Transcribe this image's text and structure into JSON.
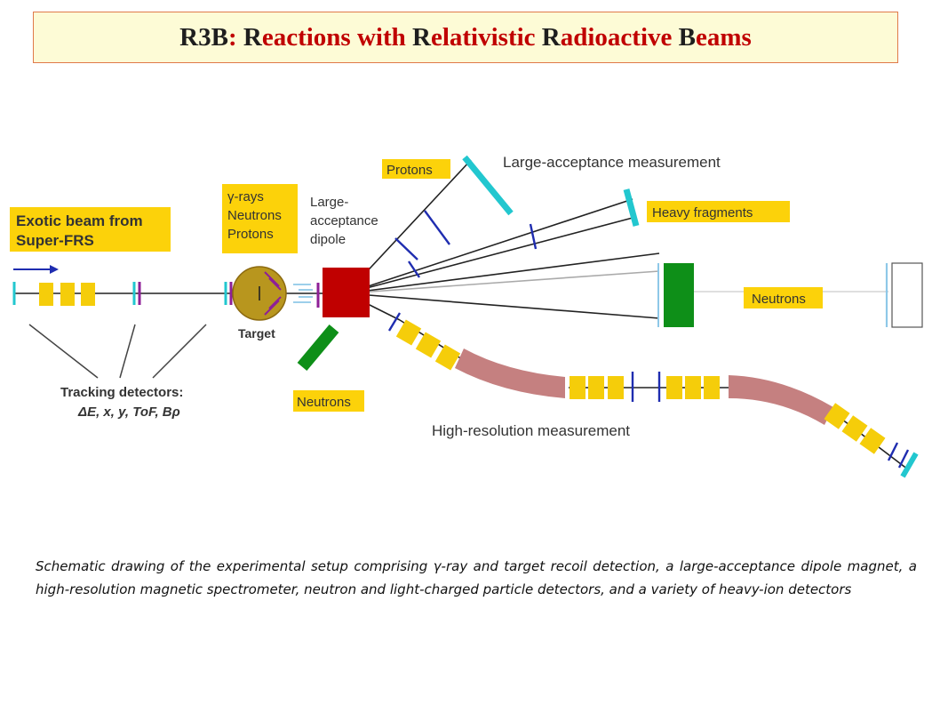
{
  "title": {
    "parts": [
      {
        "text": "R3B",
        "color": "#1e1e1e"
      },
      {
        "text": ": ",
        "color": "#c00000"
      },
      {
        "text": "R",
        "color": "#1e1e1e"
      },
      {
        "text": "eactions with ",
        "color": "#c00000"
      },
      {
        "text": "R",
        "color": "#1e1e1e"
      },
      {
        "text": "elativistic ",
        "color": "#c00000"
      },
      {
        "text": "R",
        "color": "#1e1e1e"
      },
      {
        "text": "adioactive ",
        "color": "#c00000"
      },
      {
        "text": "B",
        "color": "#1e1e1e"
      },
      {
        "text": "eams",
        "color": "#c00000"
      }
    ]
  },
  "diagram": {
    "beam_label_line1": "Exotic beam from",
    "beam_label_line2": "Super-FRS",
    "target_emission_line1": "γ-rays",
    "target_emission_line2": "Neutrons",
    "target_emission_line3": "Protons",
    "dipole_line1": "Large-",
    "dipole_line2": "acceptance",
    "dipole_line3": "dipole",
    "target_label": "Target",
    "protons_label": "Protons",
    "large_acceptance_label": "Large-acceptance measurement",
    "heavy_fragments_label": "Heavy fragments",
    "neutrons_right_label": "Neutrons",
    "neutrons_lower_label": "Neutrons",
    "tracking_line1": "Tracking detectors:",
    "tracking_line2": "ΔE, x, y, ToF, Bρ",
    "high_resolution_label": "High-resolution measurement"
  },
  "colors": {
    "label_bg": "#fcd20a",
    "magnet_yellow": "#f5cd0a",
    "detector_cyan": "#22c7cf",
    "detector_purple": "#8e1f97",
    "detector_navy": "#1f2db0",
    "dipole_red": "#c00000",
    "neutron_green": "#0e8f18",
    "spectrometer_pink": "#c58080",
    "target_gold": "#b8961e"
  },
  "caption": "Schematic drawing of the experimental setup comprising γ-ray and target recoil detection, a large-acceptance dipole magnet, a high-resolution magnetic spectrometer, neutron and light-charged particle detectors, and a variety of heavy-ion detectors"
}
